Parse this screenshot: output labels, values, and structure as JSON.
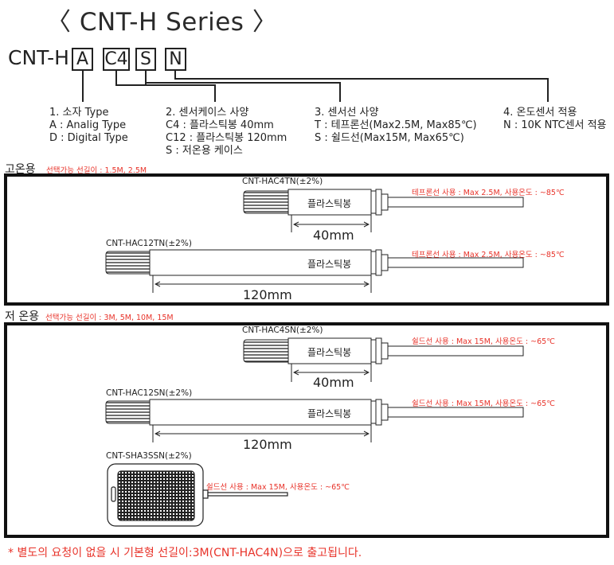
{
  "title": "〈 CNT-H Series 〉",
  "code": {
    "prefix": "CNT-H",
    "boxes": [
      "A",
      "C4",
      "S",
      "N"
    ]
  },
  "legend": [
    {
      "heading": "1. 소자 Type",
      "lines": [
        "A : Analig Type",
        "D : Digital Type"
      ]
    },
    {
      "heading": "2. 센서케이스 사양",
      "lines": [
        "C4 : 플라스틱봉 40mm",
        "C12 : 플라스틱봉 120mm",
        "S : 저온용 케이스"
      ]
    },
    {
      "heading": "3. 센서선 사양",
      "lines": [
        "T : 테프론선(Max2.5M, Max85℃)",
        "S : 쉴드선(Max15M, Max65℃)"
      ]
    },
    {
      "heading": "4. 온도센서 적용",
      "lines": [
        "N : 10K NTC센서 적용"
      ]
    }
  ],
  "high_temp": {
    "title": "고온용",
    "note": "선택가능 선길이 : 1.5M, 2.5M",
    "items": [
      {
        "model": "CNT-HAC4TN(±2%)",
        "body": "플라스틱봉",
        "dimension": "40mm",
        "wire_note": "테프론선 사용 : Max 2.5M, 사용온도 : ~85℃"
      },
      {
        "model": "CNT-HAC12TN(±2%)",
        "body": "플라스틱봉",
        "dimension": "120mm",
        "wire_note": "테프론선 사용 : Max 2.5M, 사용온도 : ~85℃"
      }
    ]
  },
  "low_temp": {
    "title": "저 온용",
    "note": "선택가능 선길이 : 3M, 5M, 10M, 15M",
    "items": [
      {
        "model": "CNT-HAC4SN(±2%)",
        "body": "플라스틱봉",
        "dimension": "40mm",
        "wire_note": "쉴드선 사용 : Max 15M, 사용온도 : ~65℃"
      },
      {
        "model": "CNT-HAC12SN(±2%)",
        "body": "플라스틱봉",
        "dimension": "120mm",
        "wire_note": "쉴드선 사용 : Max 15M, 사용온도 : ~65℃"
      },
      {
        "model": "CNT-SHA3SSN(±2%)",
        "wire_note": "쉴드선 사용 : Max 15M, 사용온도 : ~65℃"
      }
    ]
  },
  "footer": "* 별도의 요청이 없을 시 기본형 선길이:3M(CNT-HAC4N)으로 출고됩니다.",
  "colors": {
    "accent_red": "#e8332a",
    "line": "#222222"
  }
}
